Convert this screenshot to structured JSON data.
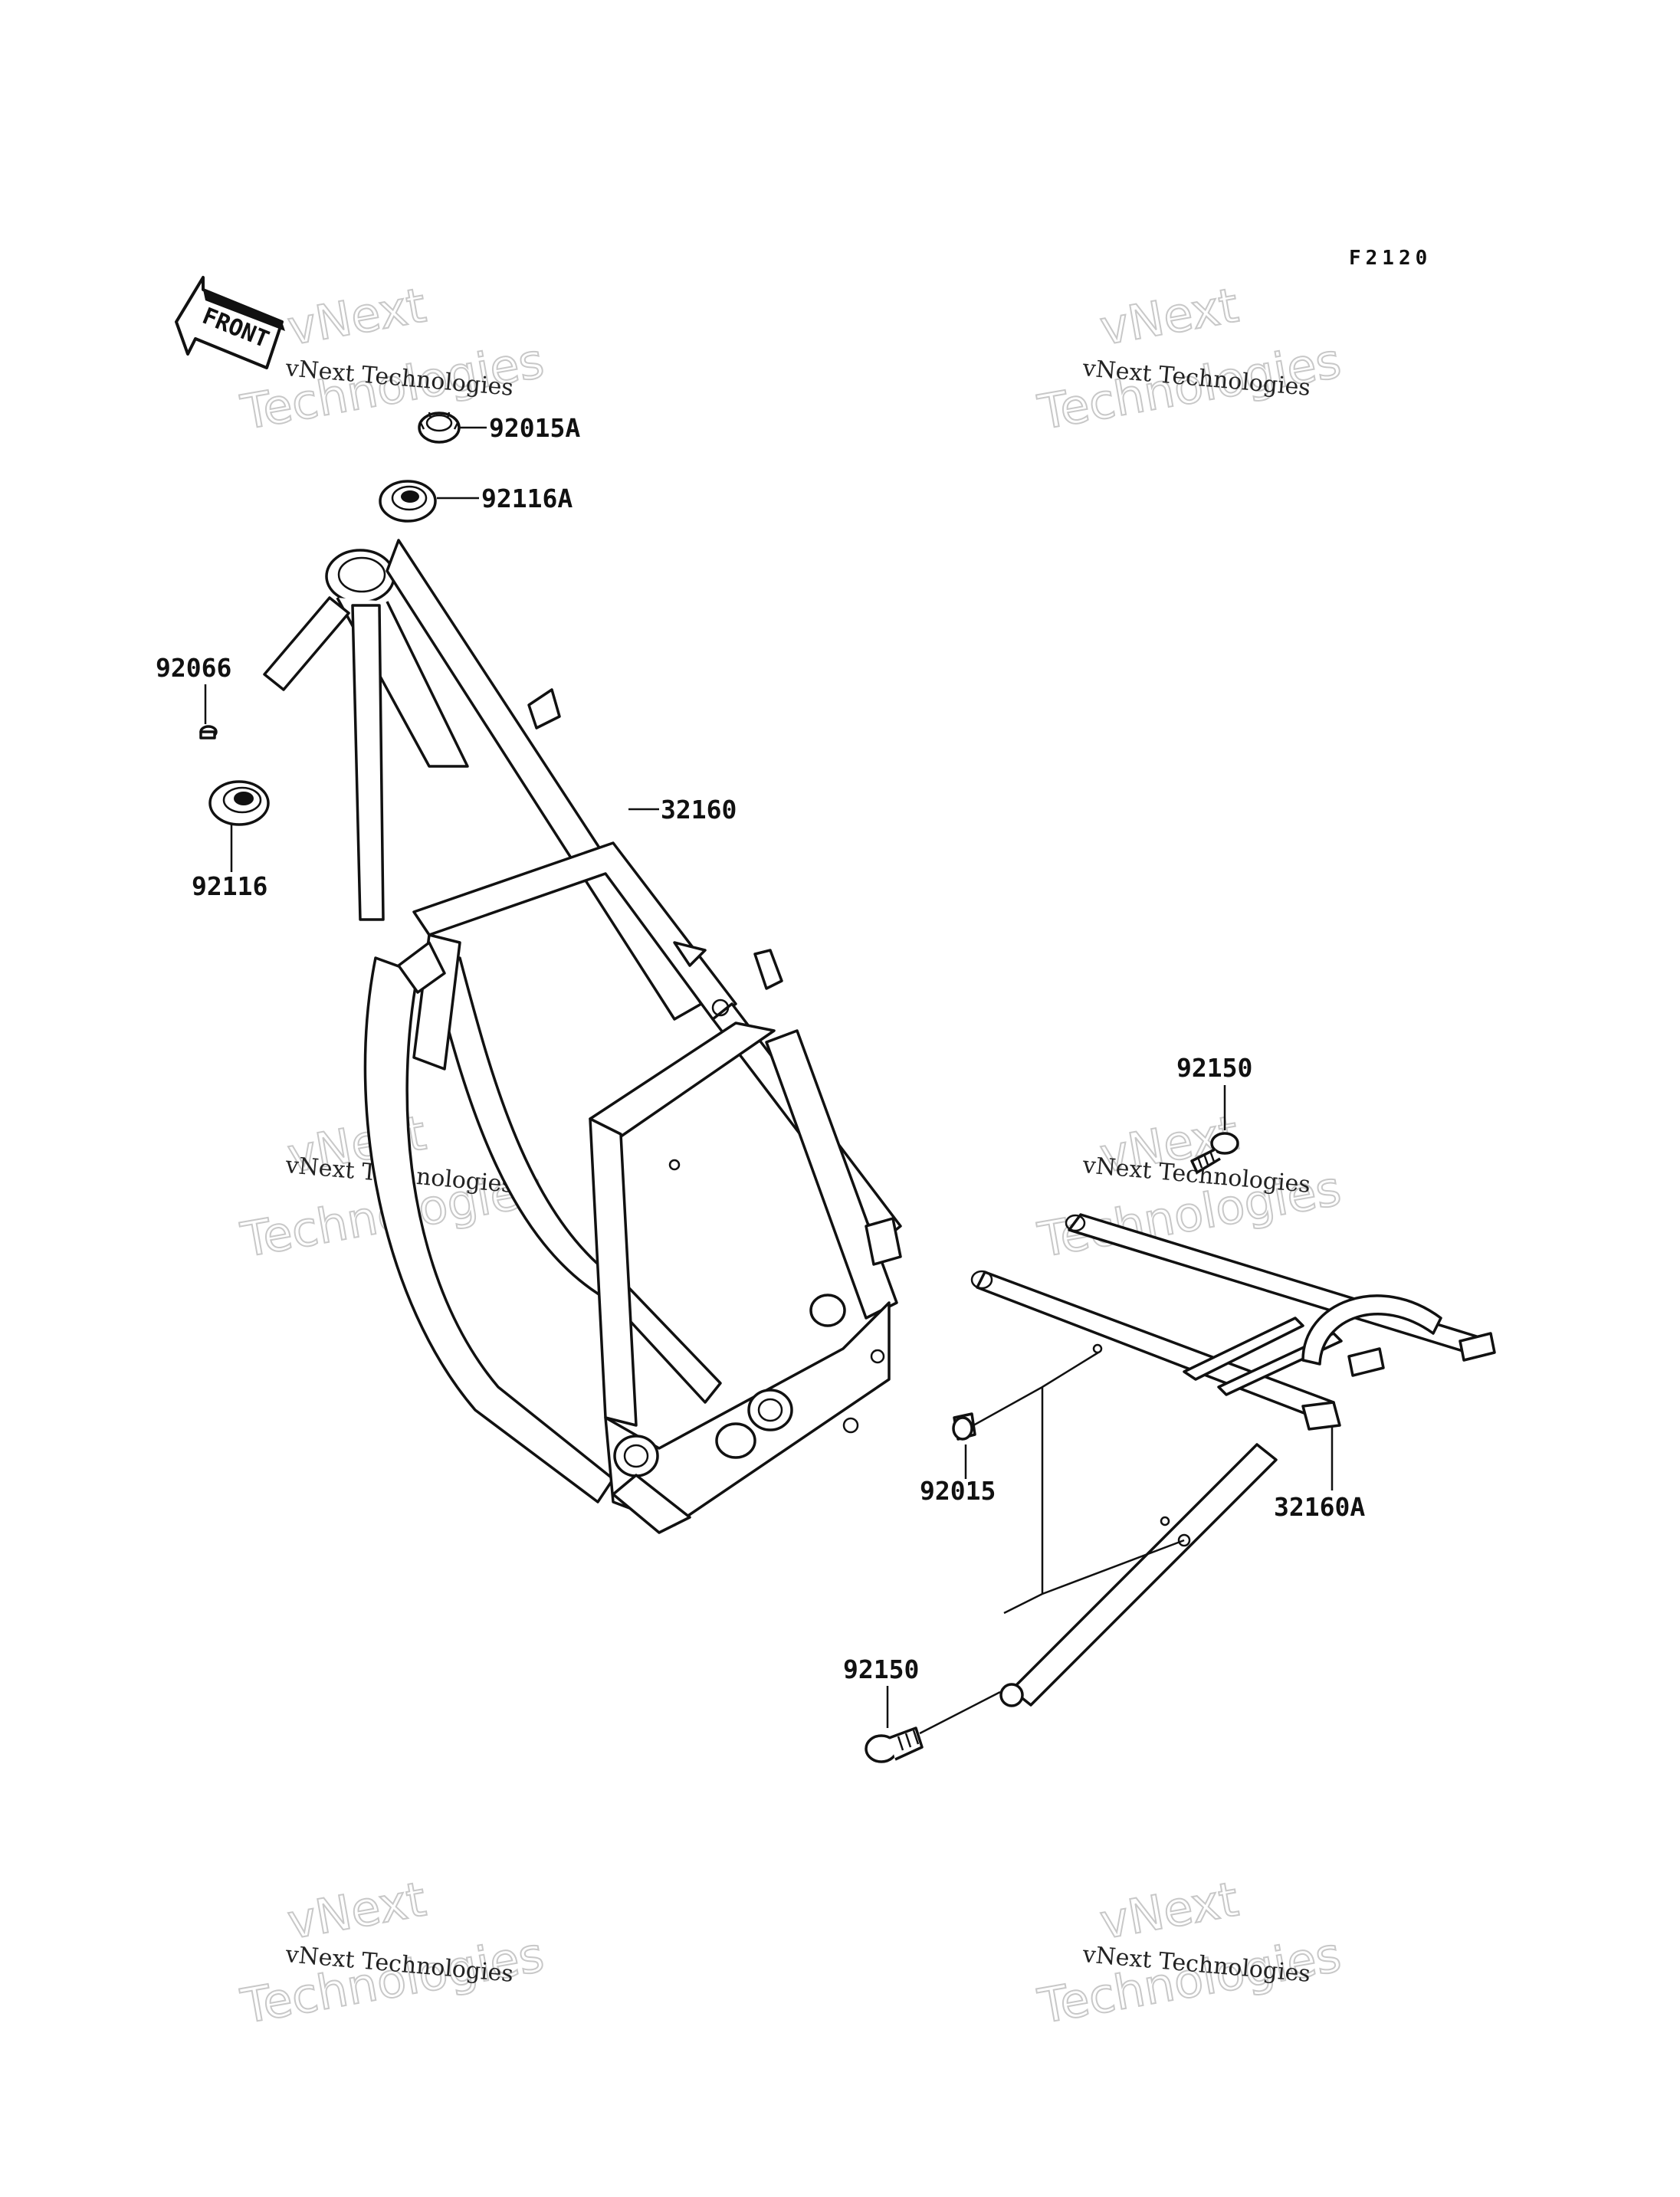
{
  "diagram_code": "F2120",
  "front_arrow_label": "FRONT",
  "callouts": {
    "p92015A": "92015A",
    "p92116A": "92116A",
    "p92066": "92066",
    "p92116": "92116",
    "p32160": "32160",
    "p92150_top": "92150",
    "p92015": "92015",
    "p32160A": "32160A",
    "p92150_bottom": "92150"
  },
  "watermark": {
    "line1": "vNext Technologies",
    "line2": "vNext",
    "line3": "Technologies"
  }
}
